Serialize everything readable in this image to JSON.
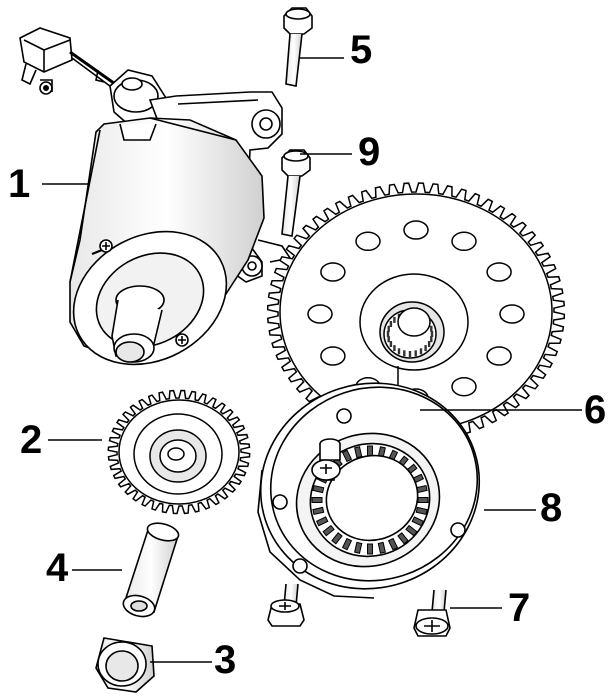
{
  "callouts": {
    "c1": "1",
    "c2": "2",
    "c3": "3",
    "c4": "4",
    "c5": "5",
    "c6": "6",
    "c7": "7",
    "c8": "8",
    "c9": "9"
  },
  "colors": {
    "ink": "#000000",
    "paper": "#ffffff",
    "shade": "#d9d9d9",
    "dark": "#3a3a3a"
  }
}
